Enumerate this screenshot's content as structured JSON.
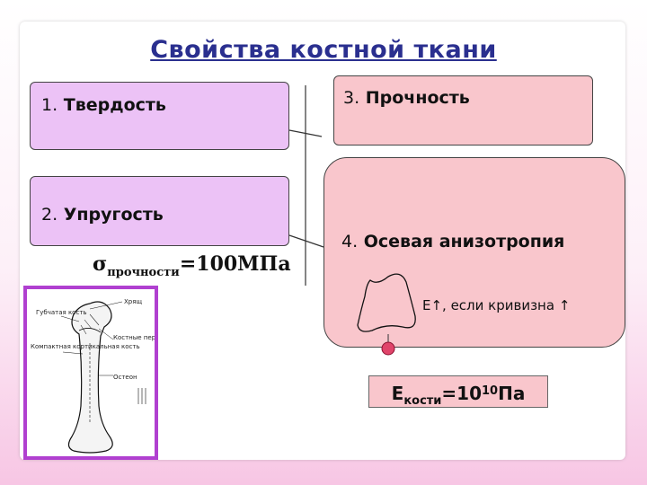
{
  "title": "Свойства костной ткани",
  "box1": {
    "num": "1.",
    "label": " Твердость"
  },
  "box2": {
    "num": "2.",
    "label": " Упругость"
  },
  "box3": {
    "num": "3.",
    "label": " Прочность"
  },
  "box4": {
    "num": "4.",
    "label": " Осевая анизотропия"
  },
  "sigma": {
    "symbol": "σ",
    "sub": "прочности",
    "rest": "=100МПа"
  },
  "e_formula": "Е↑, если кривизна ↑",
  "e_bone": {
    "base": "Е",
    "sub": "кости",
    "mid": "=10",
    "sup": "10",
    "unit": "Па"
  },
  "bone_labels": {
    "head": "Хрящ",
    "spongy": "Губчатая кость",
    "septa": "Костные перекладины",
    "compact": "Компактная кортикальная кость",
    "osteon": "Остеон"
  },
  "colors": {
    "title": "#2a2f8f",
    "lilac": "#ecc2f6",
    "pink": "#f9c6cc",
    "frame": "#b040d0"
  }
}
